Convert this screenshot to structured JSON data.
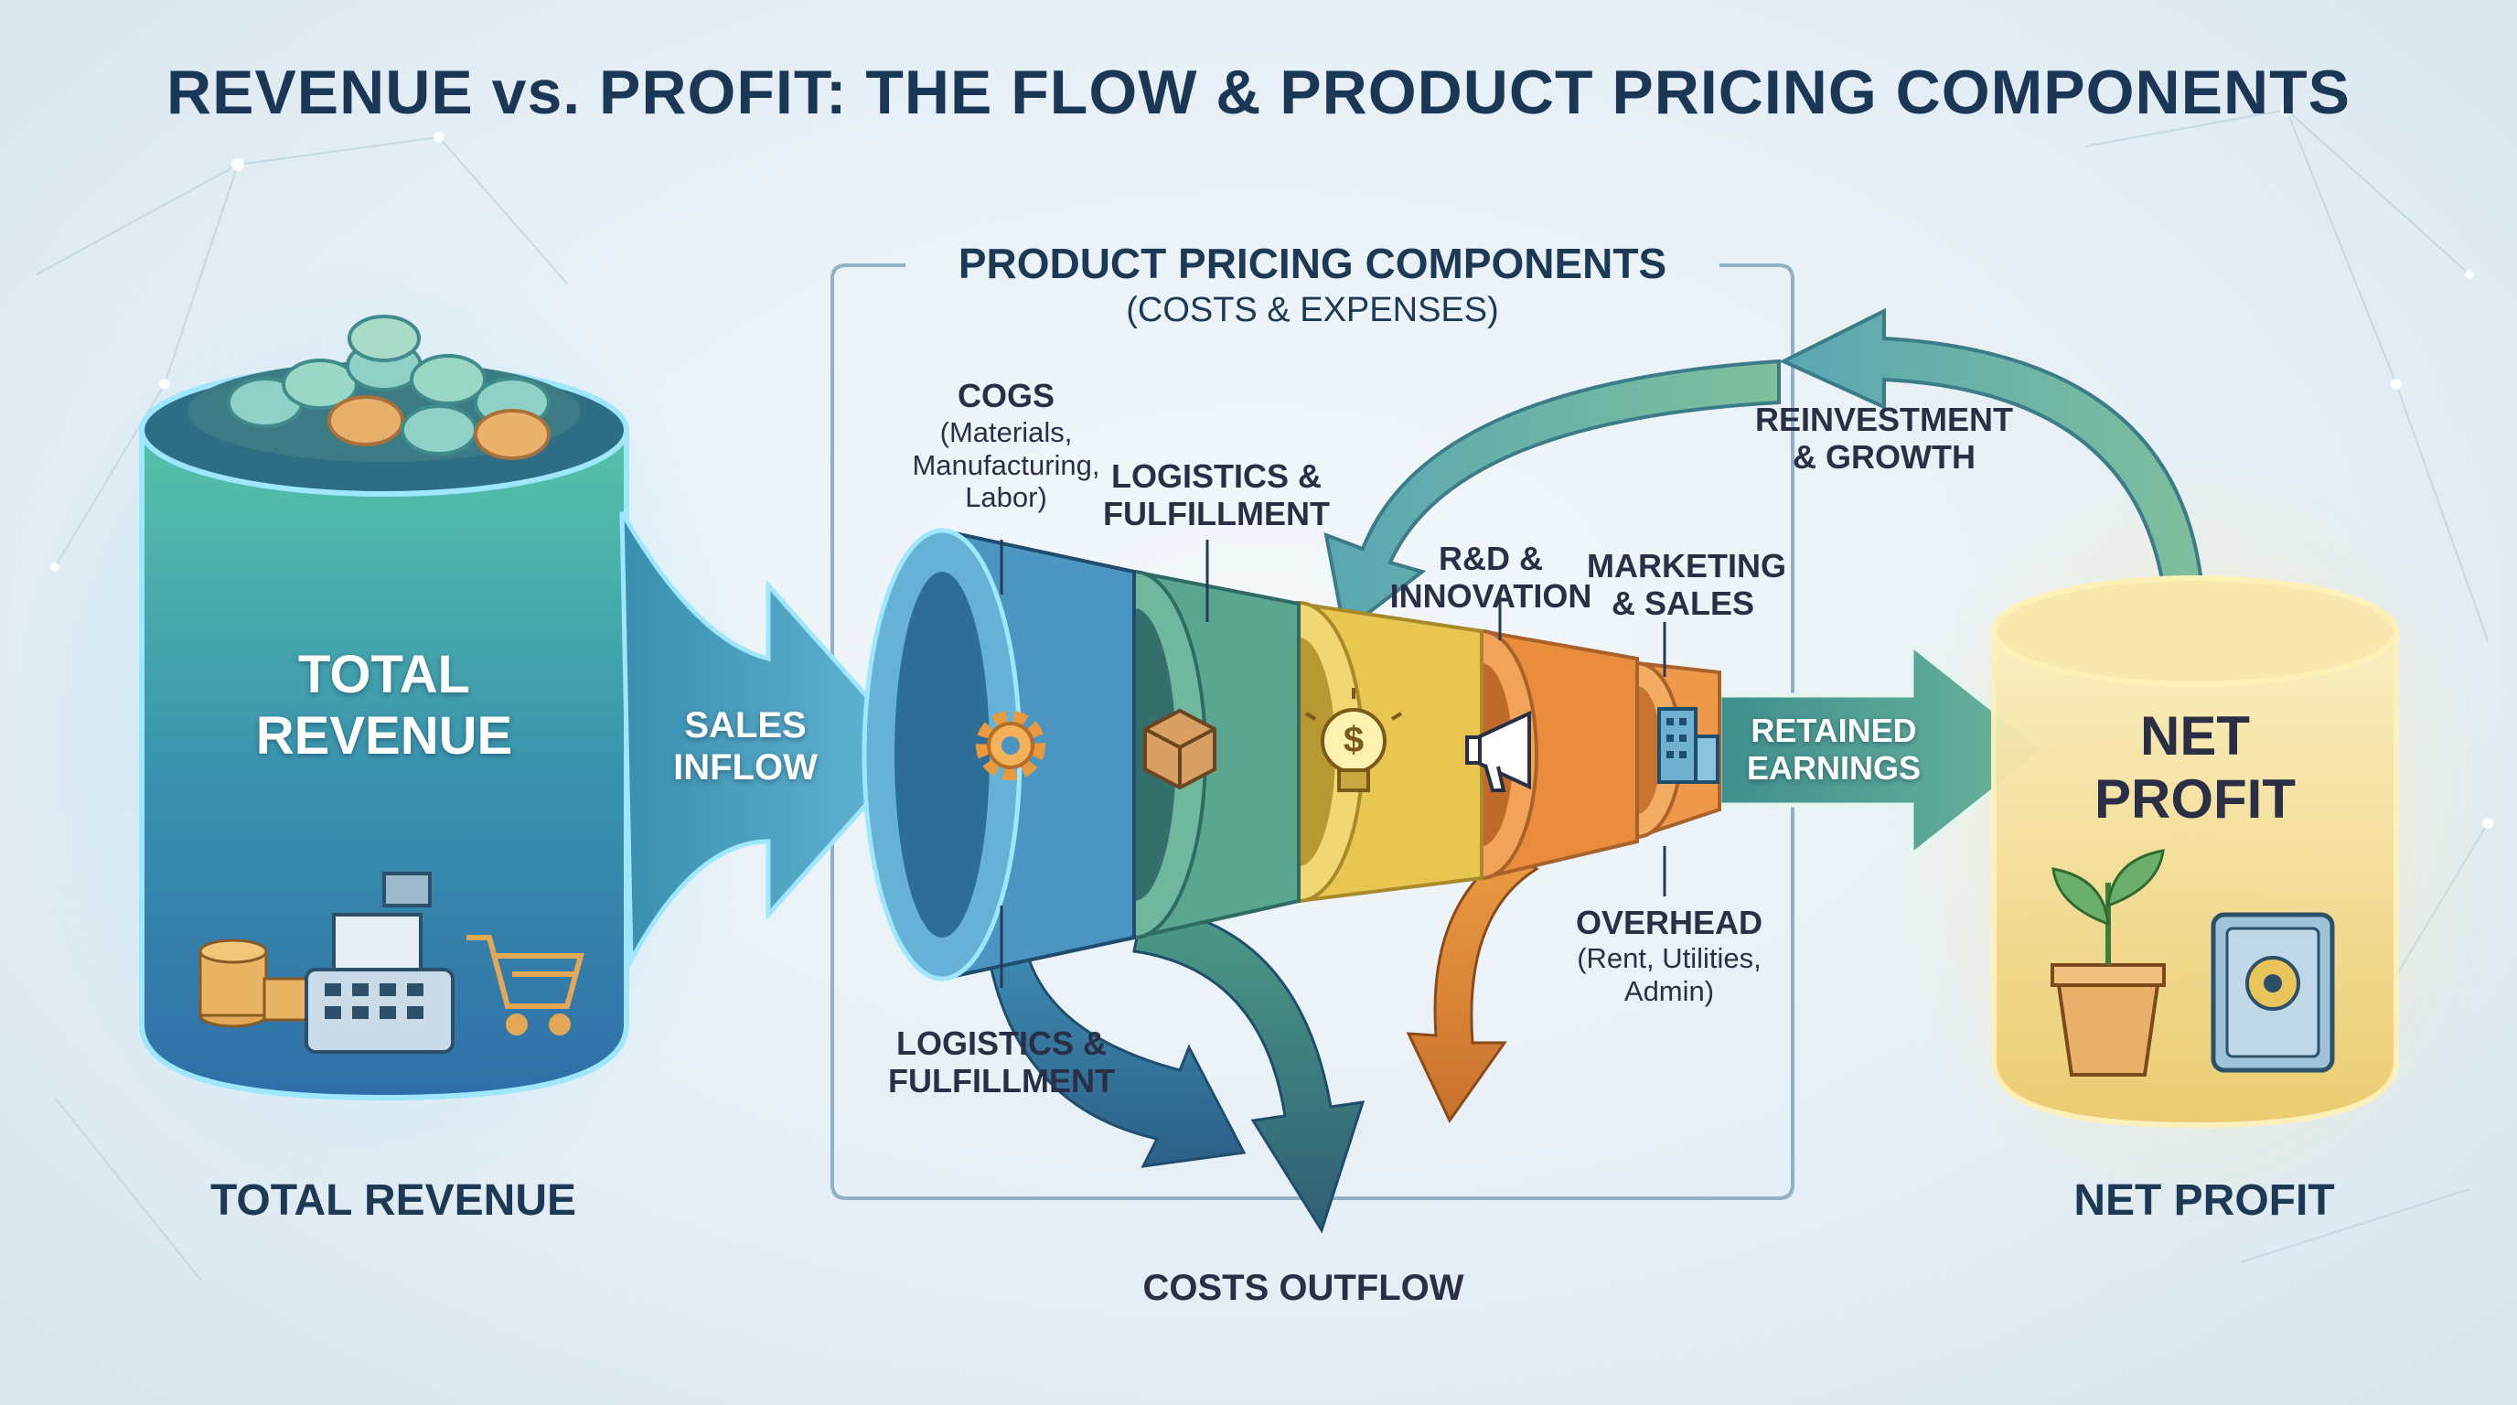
{
  "title": "REVENUE vs. PROFIT: THE FLOW & PRODUCT PRICING COMPONENTS",
  "revenue": {
    "tank_label": "TOTAL\nREVENUE",
    "caption": "TOTAL REVENUE",
    "inflow_label": "SALES\nINFLOW",
    "icons": [
      "coin-stack-icon",
      "cash-register-icon",
      "shopping-cart-icon"
    ]
  },
  "pricing": {
    "header": "PRODUCT PRICING COMPONENTS",
    "subheader": "(COSTS & EXPENSES)",
    "components": [
      {
        "title": "COGS",
        "detail": "(Materials,\nManufacturing,\nLabor)",
        "icon": "gear-icon"
      },
      {
        "title": "LOGISTICS &\nFULFILLMENT",
        "detail": "",
        "icon": "package-icon"
      },
      {
        "title": "R&D &\nINNOVATION",
        "detail": "",
        "icon": "lightbulb-dollar-icon"
      },
      {
        "title": "MARKETING\n& SALES",
        "detail": "",
        "icon": "megaphone-icon"
      },
      {
        "title": "OVERHEAD",
        "detail": "(Rent, Utilities,\nAdmin)",
        "icon": "building-icon"
      }
    ],
    "lower_label": "LOGISTICS &\nFULFILLMENT",
    "outflow_label": "COSTS OUTFLOW"
  },
  "retained": {
    "label": "RETAINED\nEARNINGS"
  },
  "reinvest": {
    "label": "REINVESTMENT\n& GROWTH"
  },
  "profit": {
    "tank_label": "NET\nPROFIT",
    "caption": "NET PROFIT",
    "icons": [
      "plant-pot-icon",
      "safe-icon"
    ]
  },
  "colors": {
    "revenue_tank": "#3f9ab0",
    "profit_tank": "#f2d57a",
    "cogs": "#3c86b8",
    "logistics": "#4f9e8a",
    "rnd": "#e6c24a",
    "marketing": "#e6923a",
    "overhead": "#e88a3c",
    "arrow_teal": "#3f8f9a",
    "text_dark": "#1a3756"
  }
}
